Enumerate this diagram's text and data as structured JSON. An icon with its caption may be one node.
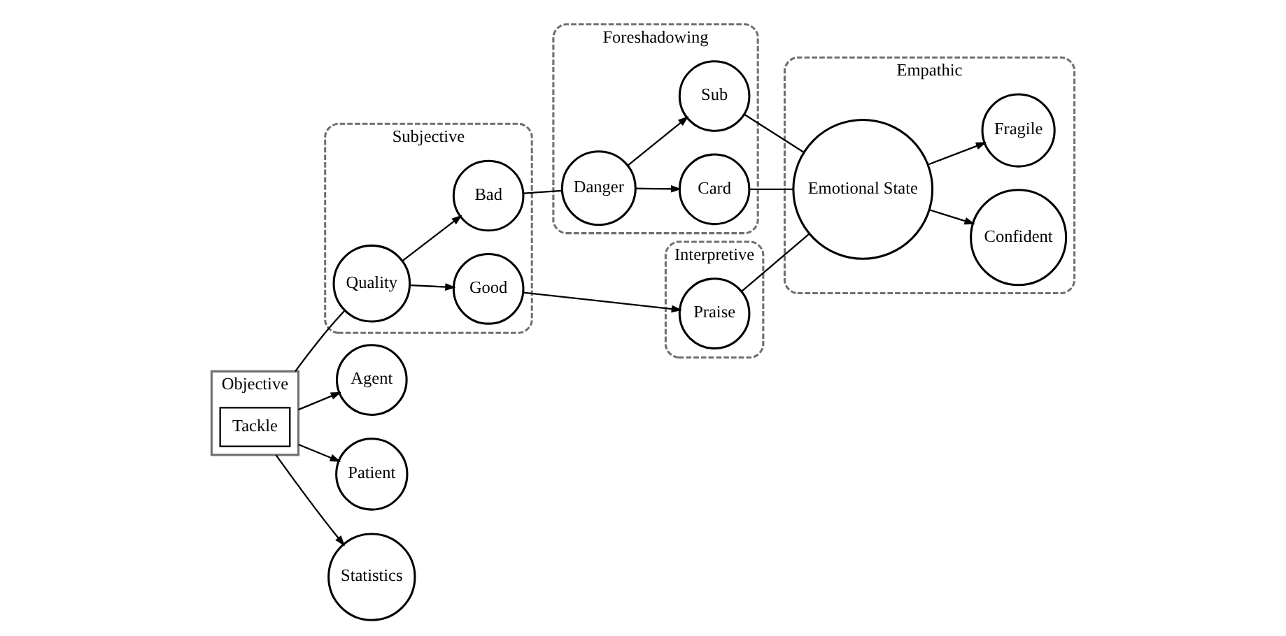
{
  "diagram": {
    "nodes": [
      {
        "text": [
          "Objective"
        ]
      },
      {
        "text": [
          "Tackle"
        ],
        "in": 0
      },
      {
        "text": [
          "Subjective"
        ]
      },
      {
        "text": [
          "Quality"
        ],
        "in": 2
      },
      {
        "text": [
          "Bad"
        ],
        "in": 2
      },
      {
        "text": [
          "Good"
        ],
        "in": 2
      },
      {
        "text": [
          "Foreshadowing"
        ]
      },
      {
        "text": [
          "Danger"
        ],
        "in": 6
      },
      {
        "text": [
          "Card"
        ],
        "in": 6
      },
      {
        "text": [
          "Sub"
        ],
        "in": 6
      },
      {
        "text": [
          "Interpretive"
        ]
      },
      {
        "text": [
          "Praise"
        ],
        "in": 10
      },
      {
        "text": [
          "Empathic"
        ]
      },
      {
        "text": [
          "Emotional State"
        ],
        "in": 12
      },
      {
        "text": [
          "Confident"
        ],
        "in": 12
      },
      {
        "text": [
          "Fragile"
        ],
        "in": 12
      },
      {
        "text": [
          "Agent"
        ]
      },
      {
        "text": [
          "Patient"
        ]
      },
      {
        "text": [
          "Statistics"
        ]
      }
    ],
    "edges": [
      {
        "from": 0,
        "to": 3,
        "arrow": "none"
      },
      {
        "from": 3,
        "to": 4,
        "arrow": "to"
      },
      {
        "from": 3,
        "to": 5,
        "arrow": "to"
      },
      {
        "from": 4,
        "to": 7,
        "arrow": "none"
      },
      {
        "from": 7,
        "to": 8,
        "arrow": "to"
      },
      {
        "from": 7,
        "to": 9,
        "arrow": "to"
      },
      {
        "from": 8,
        "to": 13,
        "arrow": "none"
      },
      {
        "from": 9,
        "to": 13,
        "arrow": "none"
      },
      {
        "from": 5,
        "to": 11,
        "arrow": "to"
      },
      {
        "from": 11,
        "to": 13,
        "arrow": "none"
      },
      {
        "from": 13,
        "to": 14,
        "arrow": "to"
      },
      {
        "from": 13,
        "to": 15,
        "arrow": "to"
      },
      {
        "from": 0,
        "to": 16,
        "arrow": "to"
      },
      {
        "from": 0,
        "to": 17,
        "arrow": "to"
      },
      {
        "from": 0,
        "to": 18,
        "arrow": "to"
      }
    ]
  }
}
